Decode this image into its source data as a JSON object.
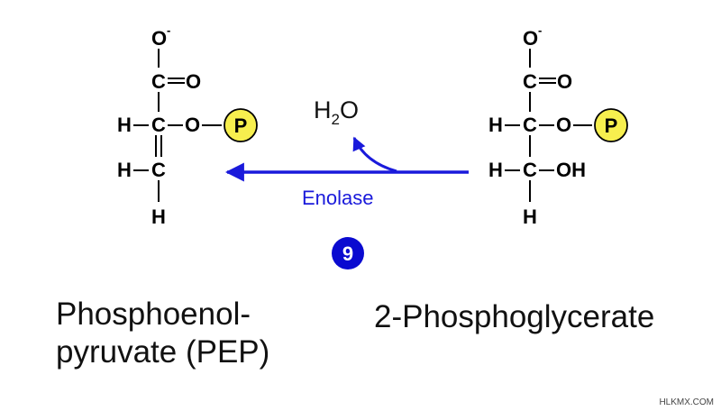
{
  "pep": {
    "atoms": {
      "o_top": "O",
      "o_charge": "-",
      "c1": "C",
      "o_carbonyl": "O",
      "h2": "H",
      "c2": "C",
      "o_ester": "O",
      "phosphate": "P",
      "h3": "H",
      "c3": "C",
      "h_bottom": "H"
    },
    "name_line1": "Phosphoenol-",
    "name_line2": "pyruvate (PEP)"
  },
  "pg2": {
    "atoms": {
      "o_top": "O",
      "o_charge": "-",
      "c1": "C",
      "o_carbonyl": "O",
      "h2": "H",
      "c2": "C",
      "o_ester": "O",
      "phosphate": "P",
      "h3": "H",
      "c3": "C",
      "oh": "OH",
      "h_bottom": "H"
    },
    "name": "2-Phosphoglycerate"
  },
  "reaction": {
    "byproduct": "H",
    "byproduct_subscript": "2",
    "byproduct_suffix": "O",
    "enzyme": "Enolase",
    "step_number": "9",
    "arrow_color": "#1a1adb"
  },
  "colors": {
    "phosphate_fill": "#f7ef4e",
    "enzyme_text": "#1a1adb",
    "step_badge": "#0a0ad0"
  },
  "watermark": "HLKMX.COM"
}
